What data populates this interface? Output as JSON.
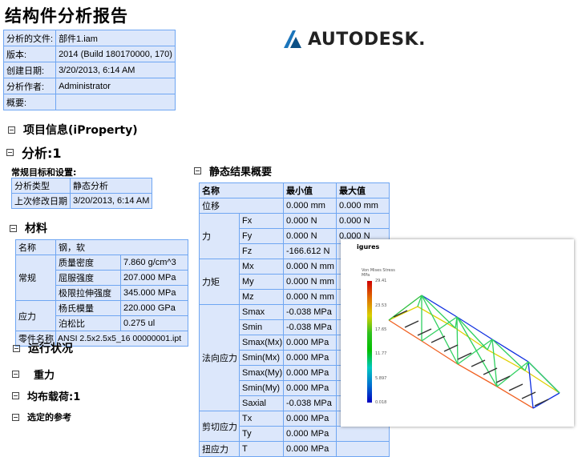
{
  "title": "结构件分析报告",
  "logo_text": "AUTODESK.",
  "info": [
    {
      "label": "分析的文件:",
      "value": "部件1.iam"
    },
    {
      "label": "版本:",
      "value": "2014 (Build 180170000, 170)"
    },
    {
      "label": "创建日期:",
      "value": "3/20/2013, 6:14 AM"
    },
    {
      "label": "分析作者:",
      "value": "Administrator"
    },
    {
      "label": "概要:",
      "value": ""
    }
  ],
  "sections": {
    "iproperty": "项目信息(iProperty)",
    "analysis": "分析:1",
    "general": "常规目标和设置:",
    "material": "材料",
    "operating": "运行状况",
    "gravity": "重力",
    "load": "均布载荷:1",
    "refs": "选定的参考",
    "static": "静态结果概要"
  },
  "general": [
    {
      "label": "分析类型",
      "value": "静态分析"
    },
    {
      "label": "上次修改日期",
      "value": "3/20/2013, 6:14 AM"
    }
  ],
  "material": {
    "name_label": "名称",
    "name_value": "钢，软",
    "general_label": "常规",
    "density_label": "质量密度",
    "density": "7.860 g/cm^3",
    "yield_label": "屈服强度",
    "yield": "207.000 MPa",
    "tensile_label": "极限拉伸强度",
    "tensile": "345.000 MPa",
    "stress_label": "应力",
    "young_label": "杨氏模量",
    "young": "220.000 GPa",
    "poisson_label": "泊松比",
    "poisson": "0.275 ul",
    "part_label": "零件名称",
    "part": "ANSI 2.5x2.5x5_16 00000001.ipt"
  },
  "results": {
    "headers": [
      "名称",
      "最小值",
      "最大值"
    ],
    "displacement": {
      "label": "位移",
      "min": "0.000 mm",
      "max": "0.000 mm"
    },
    "force_label": "力",
    "forces": [
      {
        "n": "Fx",
        "min": "0.000 N",
        "max": "0.000 N"
      },
      {
        "n": "Fy",
        "min": "0.000 N",
        "max": "0.000 N"
      },
      {
        "n": "Fz",
        "min": "-166.612 N"
      }
    ],
    "moment_label": "力矩",
    "moments": [
      {
        "n": "Mx",
        "min": "0.000 N mm"
      },
      {
        "n": "My",
        "min": "0.000 N mm"
      },
      {
        "n": "Mz",
        "min": "0.000 N mm"
      }
    ],
    "normal_label": "法向应力",
    "normals": [
      {
        "n": "Smax",
        "min": "-0.038 MPa"
      },
      {
        "n": "Smin",
        "min": "-0.038 MPa"
      },
      {
        "n": "Smax(Mx)",
        "min": "0.000 MPa"
      },
      {
        "n": "Smin(Mx)",
        "min": "0.000 MPa"
      },
      {
        "n": "Smax(My)",
        "min": "0.000 MPa"
      },
      {
        "n": "Smin(My)",
        "min": "0.000 MPa"
      },
      {
        "n": "Saxial",
        "min": "-0.038 MPa"
      }
    ],
    "shear_label": "剪切应力",
    "shears": [
      {
        "n": "Tx",
        "min": "0.000 MPa"
      },
      {
        "n": "Ty",
        "min": "0.000 MPa"
      }
    ],
    "torsion_label": "扭应力",
    "torsion": {
      "n": "T",
      "min": "0.000 MPa"
    }
  },
  "figure": {
    "title": "igures",
    "legend_title": "Von Mises Stress",
    "legend_unit": "MPa",
    "ticks": [
      "29.41",
      "23.53",
      "17.65",
      "11.77",
      "5.897",
      "0.018"
    ]
  }
}
